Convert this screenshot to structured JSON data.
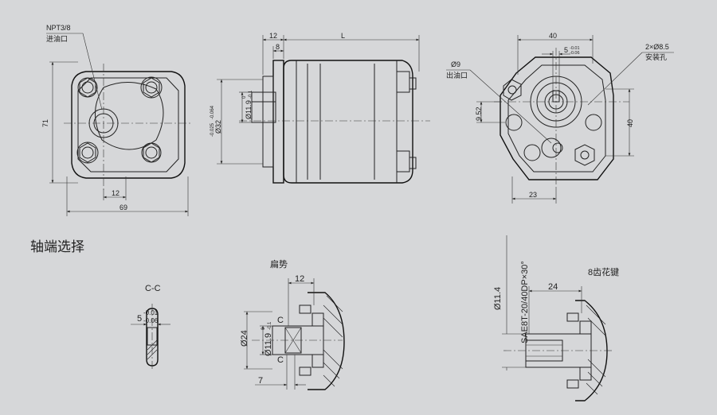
{
  "colors": {
    "background": "#d6d7d9",
    "ink": "#222222"
  },
  "front_view": {
    "port_thread": "NPT3/8",
    "port_name": "进油口",
    "dim_height": "71",
    "dim_width": "69",
    "dim_offset": "12"
  },
  "side_view": {
    "dim_flange": "12",
    "dim_step": "8",
    "dim_length": "L",
    "dim_pilot": "Ø32",
    "dim_pilot_tol_upper": "-0.025",
    "dim_pilot_tol_lower": "-0.064",
    "dim_shaft": "Ø11.9",
    "dim_shaft_tol_upper": "0",
    "dim_shaft_tol_lower": "-0.1"
  },
  "rear_view": {
    "dim_top_width": "40",
    "dim_key_width": "5",
    "dim_key_tol_upper": "-0.01",
    "dim_key_tol_lower": "-0.06",
    "mount_holes": "2×Ø8.5",
    "mount_holes_name": "安装孔",
    "outlet_dia": "Ø9",
    "outlet_name": "出油口",
    "dim_vertical_offset": "9.52",
    "dim_right_height": "40",
    "dim_bottom_offset": "23"
  },
  "shaft_options": {
    "heading": "轴端选择",
    "section_label": "C-C",
    "key_width": "5",
    "key_tol_upper": "-0.01",
    "key_tol_lower": "-0.06",
    "flat_title": "扁势",
    "flat_dim_length": "12",
    "flat_dim_d24": "Ø24",
    "flat_dim_shaft": "Ø11.9",
    "flat_tol_upper": "0",
    "flat_tol_lower": "-0.1",
    "flat_section_mark": "C",
    "flat_dim_bottom": "7",
    "spline_title": "8齿花键",
    "spline_dim_length": "24",
    "spline_dim_dia": "Ø11.4",
    "spline_spec": "SAE8T-20/40DP×30°"
  }
}
